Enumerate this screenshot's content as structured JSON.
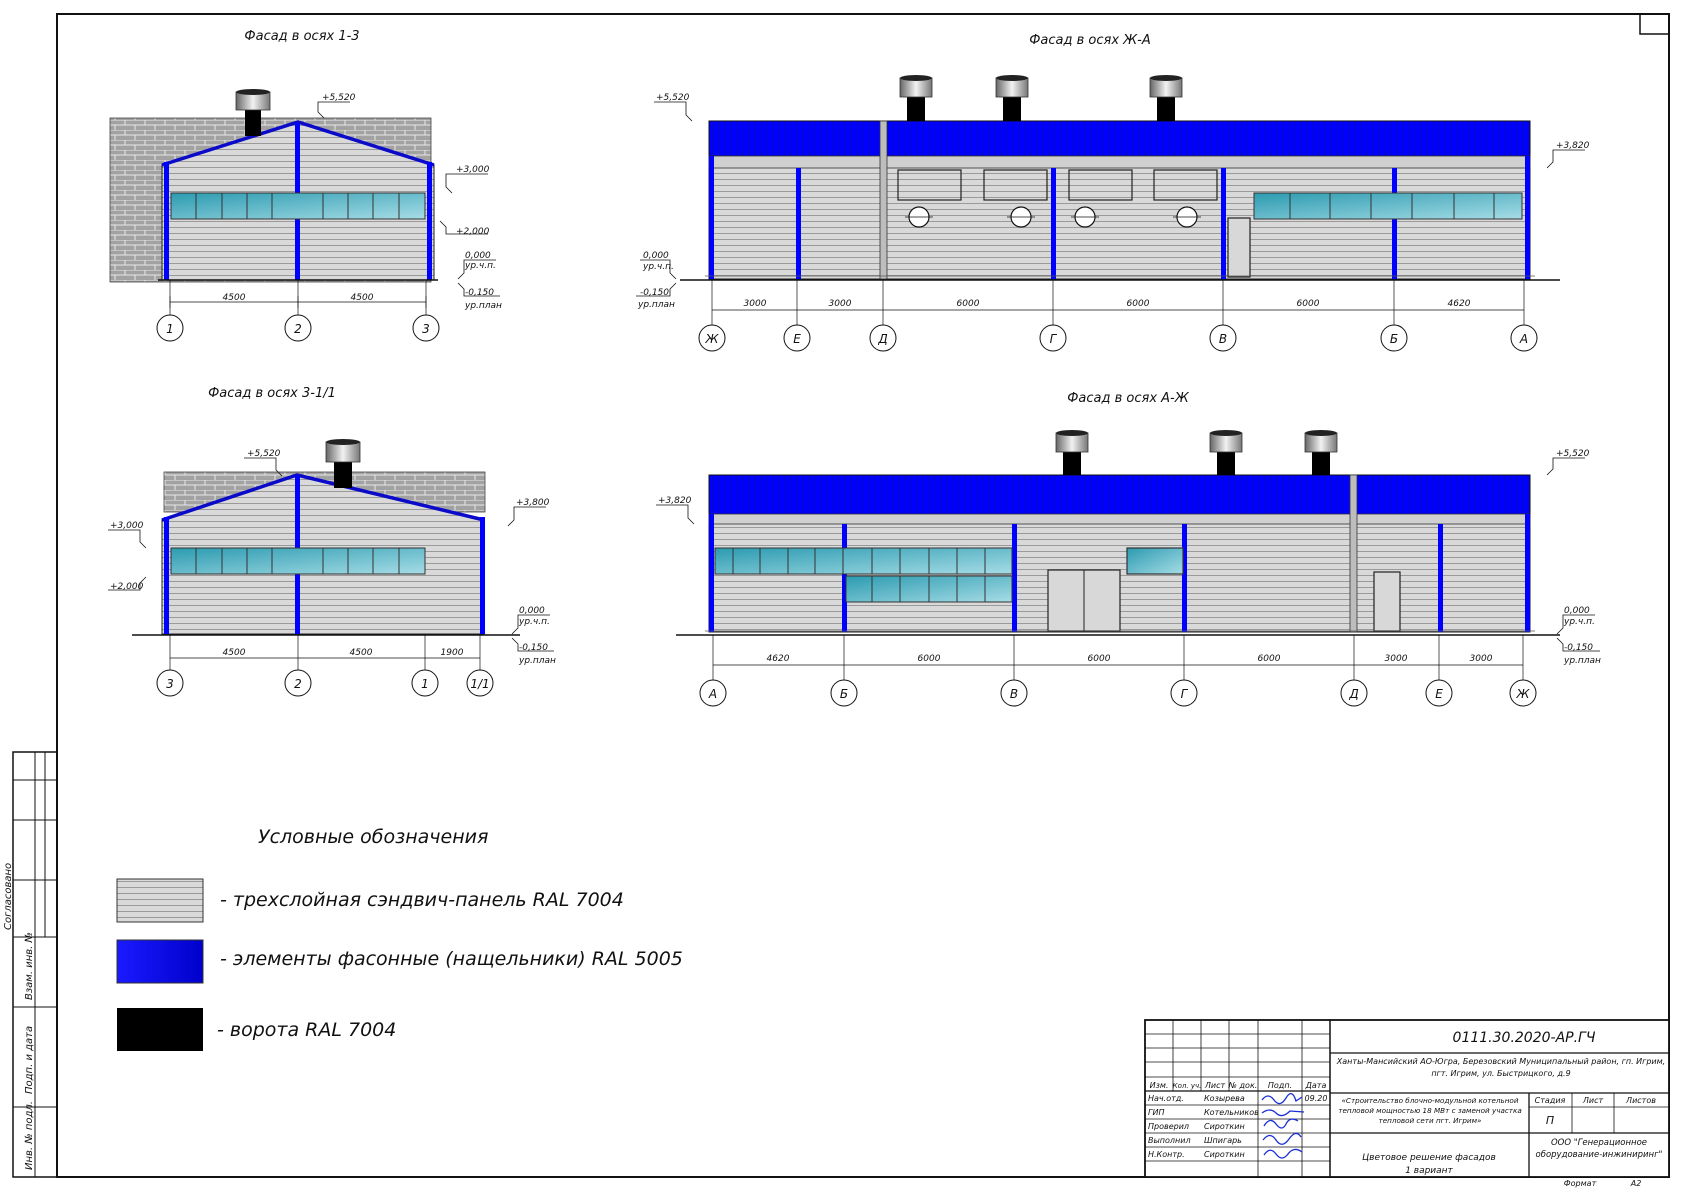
{
  "colors": {
    "panel": "#d7d7d7",
    "flashing": "#0000ff",
    "flashing_dark": "#0a0ac8",
    "gate": "#000000",
    "brick": "#9d9d9d",
    "glass": "#5fb8c8",
    "line": "#111111"
  },
  "views": [
    {
      "title": "Фасад в осях 1-3",
      "marks": [
        "+5,520",
        "+3,000",
        "+2,000",
        "0,000",
        "ур.ч.п.",
        "-0,150",
        "ур.план"
      ],
      "dims": [
        "4500",
        "4500"
      ],
      "axes": [
        "1",
        "2",
        "3"
      ]
    },
    {
      "title": "Фасад в осях Ж-А",
      "marks": [
        "+5,520",
        "+3,820",
        "0,000",
        "ур.ч.п.",
        "-0,150",
        "ур.план"
      ],
      "dims": [
        "3000",
        "3000",
        "6000",
        "6000",
        "6000",
        "4620"
      ],
      "axes": [
        "Ж",
        "Е",
        "Д",
        "Г",
        "В",
        "Б",
        "А"
      ]
    },
    {
      "title": "Фасад в осях 3-1/1",
      "marks": [
        "+5,520",
        "+3,800",
        "+3,000",
        "+2,000",
        "0,000",
        "ур.ч.п.",
        "-0,150",
        "ур.план"
      ],
      "dims": [
        "4500",
        "4500",
        "1900"
      ],
      "axes": [
        "3",
        "2",
        "1",
        "1/1"
      ]
    },
    {
      "title": "Фасад в осях А-Ж",
      "marks": [
        "+5,520",
        "+3,820",
        "0,000",
        "ур.ч.п.",
        "-0,150",
        "ур.план"
      ],
      "dims": [
        "4620",
        "6000",
        "6000",
        "6000",
        "3000",
        "3000"
      ],
      "axes": [
        "А",
        "Б",
        "В",
        "Г",
        "Д",
        "Е",
        "Ж"
      ]
    }
  ],
  "legend": {
    "heading": "Условные обозначения",
    "items": [
      {
        "icon": "sandwich-panel-swatch",
        "text": "- трехслойная сэндвич-панель RAL 7004"
      },
      {
        "icon": "flashing-swatch",
        "text": "- элементы фасонные (нащельники) RAL 5005"
      },
      {
        "icon": "gate-swatch",
        "text": "- ворота RAL 7004"
      }
    ]
  },
  "side_stamp": {
    "agreed": "Согласовано",
    "cells": [
      "Взам. инв. №",
      "Подп. и дата",
      "Инв. № подл."
    ]
  },
  "title_block": {
    "code": "0111.30.2020-АР.ГЧ",
    "address": "Ханты-Мансийский АО-Югра, Березовский Муниципальный район, гп. Игрим, пгт. Игрим, ул. Быстрицкого, д.9",
    "project": "«Строительство блочно-модульной котельной тепловой мощностью 18 МВт с заменой участка тепловой сети пгт. Игрим»",
    "sheet_title": "Цветовое решение фасадов",
    "variant": "1 вариант",
    "org": "ООО \"Генерационное оборудование-инжиниринг\"",
    "cols": [
      "Изм.",
      "Кол. уч.",
      "Лист",
      "№ док.",
      "Подп.",
      "Дата"
    ],
    "roles": [
      "Нач.отд.",
      "ГИП",
      "Проверил",
      "Выполнил",
      "Н.Контр."
    ],
    "names": [
      "Козырева",
      "Котельников",
      "Сироткин",
      "Шпигарь",
      "Сироткин"
    ],
    "date": "09.20",
    "stage_label": "Стадия",
    "sheet_label": "Лист",
    "sheets_label": "Листов",
    "stage": "П",
    "format_label": "Формат",
    "format": "А2"
  }
}
